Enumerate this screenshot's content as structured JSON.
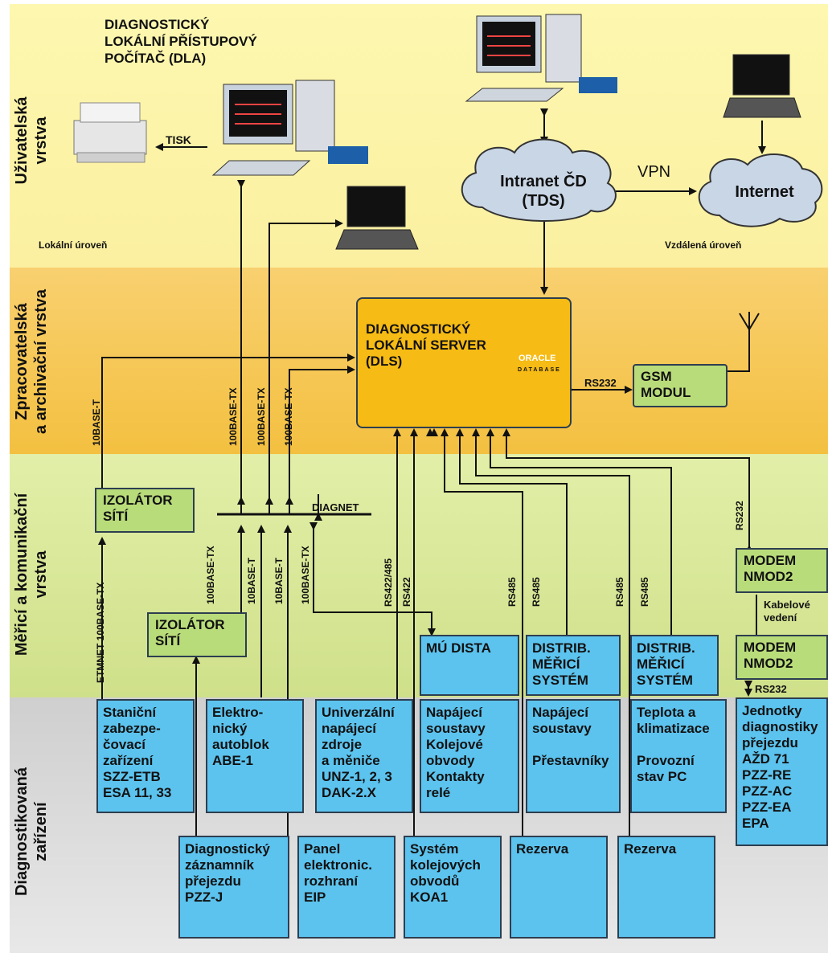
{
  "layers": {
    "user": "Uživatelská\nvrstva",
    "processing": "Zpracovatelská\na archivační vrstva",
    "measuring": "Měřicí a komunikační\nvrstva",
    "devices": "Diagnostikovaná\nzařízení"
  },
  "header": {
    "dla": "DIAGNOSTICKÝ\nLOKÁLNÍ PŘÍSTUPOVÝ\nPOČÍTAČ (DLA)",
    "tisk": "TISK",
    "local": "Lokální úroveň",
    "remote": "Vzdálená úroveň",
    "vpn": "VPN"
  },
  "clouds": {
    "intranet": "Intranet ČD\n(TDS)",
    "internet": "Internet"
  },
  "server": {
    "title": "DIAGNOSTICKÝ\nLOKÁLNÍ SERVER\n(DLS)",
    "oracle": "ORACLE",
    "database": "DATABASE"
  },
  "gsm": {
    "label": "GSM\nMODUL",
    "link": "RS232"
  },
  "isolators": {
    "top": "IZOLÁTOR\nSÍTÍ",
    "bottom": "IZOLÁTOR\nSÍTÍ"
  },
  "bus": {
    "diagnet": "DIAGNET"
  },
  "modem": {
    "top": "MODEM\nNMOD2",
    "bottom": "MODEM\nNMOD2",
    "cable": "Kabelové\nvedení",
    "rs232_top": "RS232",
    "rs232_bottom": "RS232"
  },
  "link_labels": {
    "base_t_10_top": "10BASE-T",
    "tx100_a": "100BASE-TX",
    "tx100_b": "100BASE-TX",
    "tx100_c": "100BASE-TX",
    "etmnet": "ETMNET  100BASE-TX",
    "tx100_d": "100BASE-TX",
    "base_t_10_e": "10BASE-T",
    "base_t_10_f": "10BASE-T",
    "tx100_g": "100BASE-TX",
    "rs422_485": "RS422/485",
    "rs422": "RS422",
    "rs485_a": "RS485",
    "rs485_b": "RS485",
    "rs485_c": "RS485",
    "rs485_d": "RS485"
  },
  "measuring_boxes": {
    "mu_dista": "MÚ DISTA",
    "distrib_a": "DISTRIB.\nMĚŘICÍ\nSYSTÉM",
    "distrib_b": "DISTRIB.\nMĚŘICÍ\nSYSTÉM"
  },
  "devices": {
    "szz": "Staniční\nzabezpe-\nčovací\nzařízení\nSZZ-ETB\nESA 11, 33",
    "abe": "Elektro-\nnický\nautoblok\nABE-1",
    "unz": "Univerzální\nnapájecí\nzdroje\na měniče\nUNZ-1, 2, 3\nDAK-2.X",
    "napajeci_a": "Napájecí\nsoustavy\nKolejové\nobvody\nKontakty\nrelé",
    "napajeci_b": "Napájecí\nsoustavy\n\nPřestavníky",
    "teplota": "Teplota a\nklimatizace\n\nProvozní\nstav PC",
    "jednotky": "Jednotky\ndiagnostiky\npřejezdu\nAŽD 71\nPZZ-RE\nPZZ-AC\nPZZ-EA\nEPA",
    "pzzj": "Diagnostický\nzáznamník\npřejezdu\nPZZ-J",
    "eip": "Panel\nelektronic.\nrozhraní\nEIP",
    "koa": "Systém\nkolejových\nobvodů\nKOA1",
    "rezerva_a": "Rezerva",
    "rezerva_b": "Rezerva"
  }
}
